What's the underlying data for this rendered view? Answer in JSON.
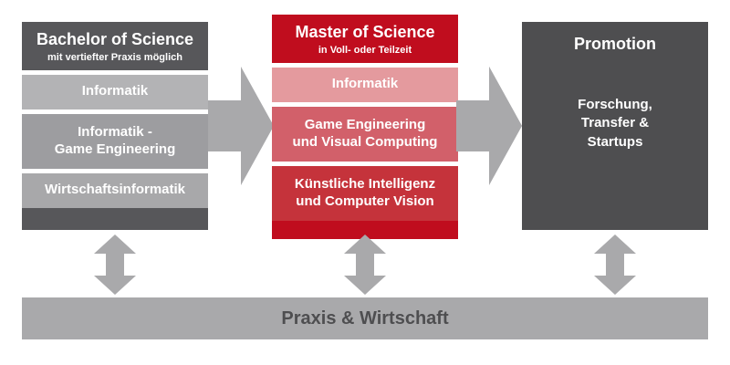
{
  "colors": {
    "dark_gray": "#4e4e50",
    "medium_gray": "#a9a9ab",
    "red": "#c00d1e"
  },
  "bachelor": {
    "title": "Bachelor of Science",
    "subtitle": "mit vertiefter Praxis möglich",
    "items": [
      "Informatik",
      "Informatik -\nGame Engineering",
      "Wirtschaftsinformatik"
    ]
  },
  "master": {
    "title": "Master of Science",
    "subtitle": "in Voll- oder Teilzeit",
    "items": [
      "Informatik",
      "Game Engineering\nund Visual Computing",
      "Künstliche Intelligenz\nund Computer Vision"
    ]
  },
  "promotion": {
    "title": "Promotion",
    "body": "Forschung,\nTransfer &\nStartups"
  },
  "bottom_bar": {
    "label": "Praxis & Wirtschaft"
  }
}
